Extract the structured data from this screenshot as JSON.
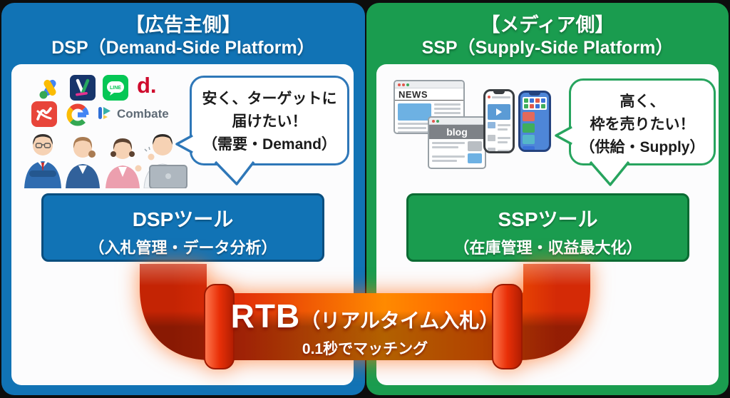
{
  "left_panel": {
    "side_label": "【広告主側】",
    "platform_label": "DSP（Demand-Side Platform）",
    "panel_color": "#1173B5",
    "logos": {
      "line_text": "LINE",
      "d_text": "d.",
      "combate_text": "Combate"
    },
    "speech_bubble": {
      "line1": "安く、ターゲットに",
      "line2": "届けたい！",
      "line3": "（需要・Demand）",
      "border_color": "#2E77B8"
    },
    "tool_button": {
      "title": "DSPツール",
      "subtitle": "（入札管理・データ分析）",
      "fill_color": "#1173B5",
      "border_color": "#0A4E7E"
    }
  },
  "right_panel": {
    "side_label": "【メディア側】",
    "platform_label": "SSP（Supply-Side Platform）",
    "panel_color": "#1A9C4F",
    "media": {
      "news_label": "NEWS",
      "blog_label": "blog"
    },
    "speech_bubble": {
      "line1": "高く、",
      "line2": "枠を売りたい！",
      "line3": "（供給・Supply）",
      "border_color": "#27A45E"
    },
    "tool_button": {
      "title": "SSPツール",
      "subtitle": "（在庫管理・収益最大化）",
      "fill_color": "#1A9C4F",
      "border_color": "#0B6B33"
    }
  },
  "rtb_pipe": {
    "main_label": "RTB",
    "paren_label": "（リアルタイム入札）",
    "sub_label": "0.1秒でマッチング",
    "pipe_color_left": "#D92B06",
    "pipe_color_mid": "#FF8A00"
  }
}
